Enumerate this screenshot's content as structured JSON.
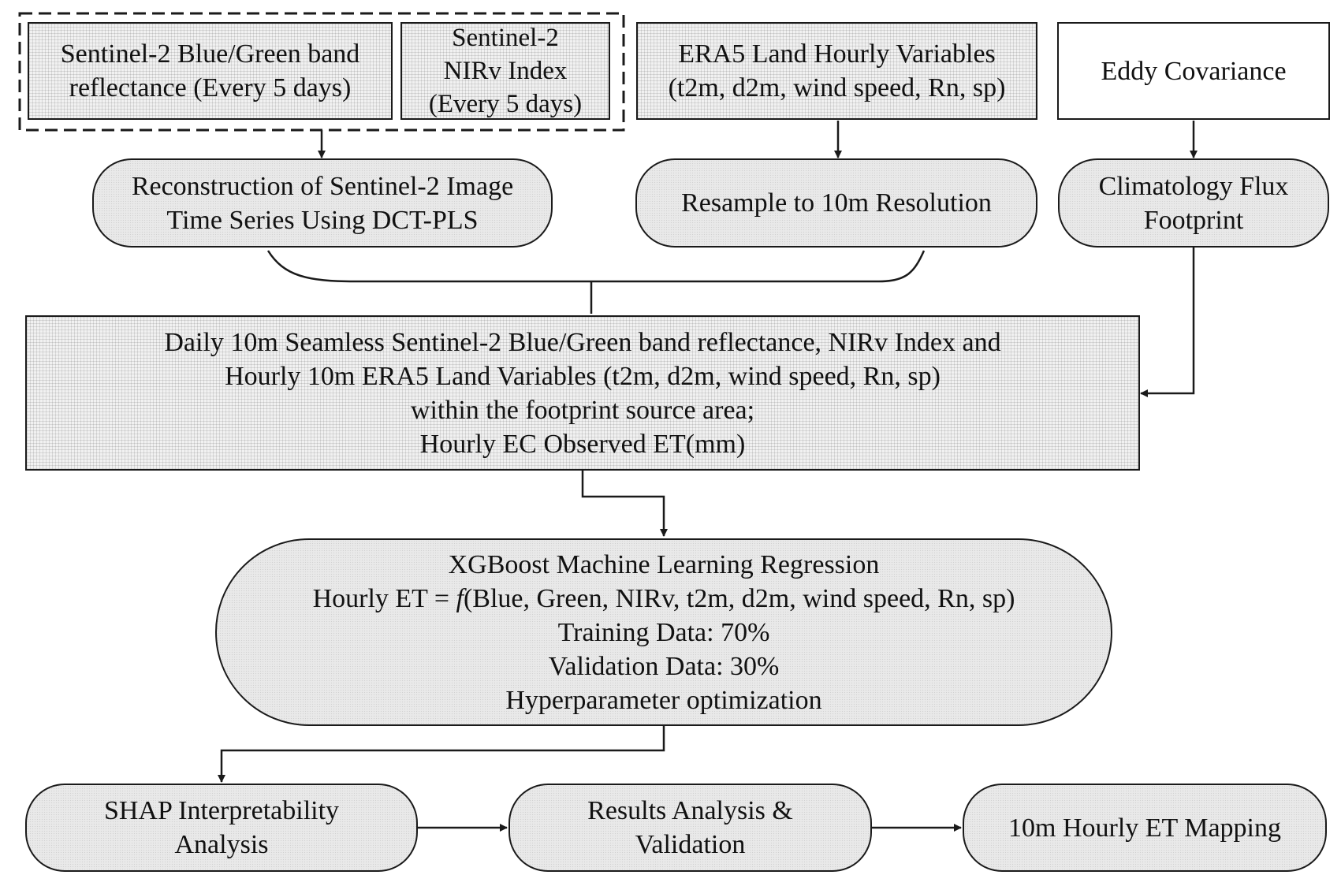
{
  "nodes": {
    "s2_band": {
      "lines": [
        "Sentinel-2 Blue/Green band",
        "reflectance (Every 5 days)"
      ]
    },
    "s2_nirv": {
      "lines": [
        "Sentinel-2",
        "NIRv Index",
        "(Every 5 days)"
      ]
    },
    "era5_vars": {
      "lines": [
        "ERA5 Land Hourly Variables",
        "(t2m, d2m, wind speed, Rn, sp)"
      ]
    },
    "eddy_cov": {
      "lines": [
        "Eddy Covariance"
      ]
    },
    "reconstruction": {
      "lines": [
        "Reconstruction of Sentinel-2 Image",
        "Time Series Using  DCT-PLS"
      ]
    },
    "resample": {
      "lines": [
        "Resample to 10m Resolution"
      ]
    },
    "footprint": {
      "lines": [
        "Climatology Flux",
        "Footprint"
      ]
    },
    "daily_data": {
      "lines": [
        "Daily 10m Seamless Sentinel-2 Blue/Green band reflectance, NIRv Index and",
        "Hourly 10m ERA5 Land Variables (t2m, d2m, wind speed, Rn, sp)",
        "within the footprint source area;",
        "Hourly EC Observed ET(mm)"
      ]
    },
    "xgboost": {
      "line1": "XGBoost Machine Learning Regression",
      "formula_prefix": "Hourly ET = ",
      "formula_f": "f",
      "formula_suffix": "(Blue, Green, NIRv, t2m, d2m, wind speed, Rn, sp)",
      "line3": "Training Data: 70%",
      "line4": "Validation Data: 30%",
      "line5": "Hyperparameter optimization"
    },
    "shap": {
      "lines": [
        "SHAP Interpretability",
        "Analysis"
      ]
    },
    "results": {
      "lines": [
        "Results Analysis &",
        "Validation"
      ]
    },
    "mapping": {
      "lines": [
        "10m Hourly ET Mapping"
      ]
    }
  },
  "colors": {
    "stroke": "#1a1a1a",
    "grid_fill": "#f1f1f1",
    "pill_fill": "#e9e9e9",
    "text": "#111111"
  }
}
